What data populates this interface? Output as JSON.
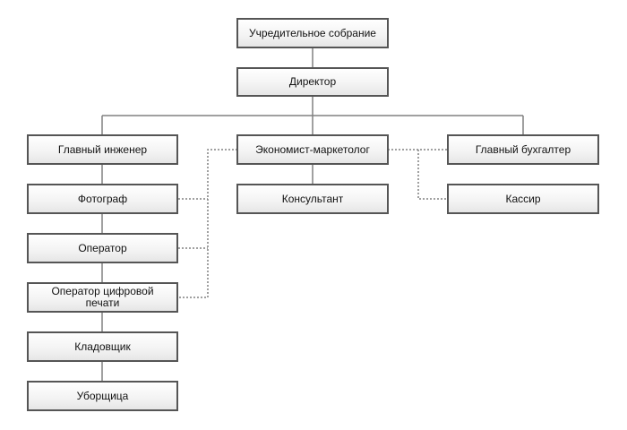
{
  "org_chart": {
    "founders_meeting": "Учредительное собрание",
    "director": "Директор",
    "chief_engineer": "Главный инженер",
    "photographer": "Фотограф",
    "operator": "Оператор",
    "digital_print_operator": "Оператор цифровой печати",
    "storekeeper": "Кладовщик",
    "cleaner": "Уборщица",
    "economist_marketer": "Экономист-маркетолог",
    "consultant": "Консультант",
    "chief_accountant": "Главный бухгалтер",
    "cashier": "Кассир"
  },
  "colors": {
    "border": "#555555",
    "line": "#808080"
  }
}
